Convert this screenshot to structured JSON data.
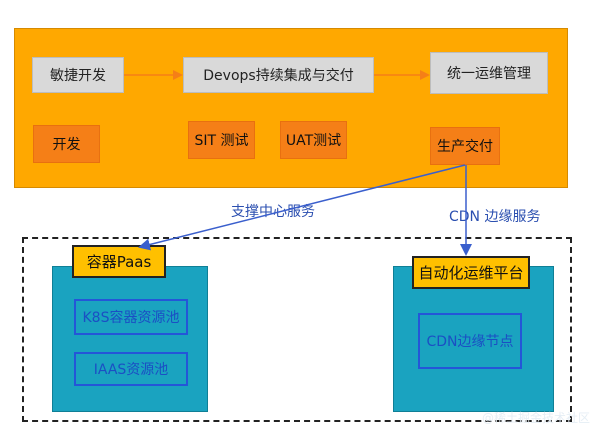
{
  "top": {
    "agile_dev": "敏捷开发",
    "devops": "Devops持续集成与交付",
    "unified_ops": "统一运维管理",
    "dev": "开发",
    "sit": "SIT 测试",
    "uat": "UAT测试",
    "production": "生产交付"
  },
  "edges": {
    "support_center": "支撑中心服务",
    "cdn_edge": "CDN 边缘服务"
  },
  "bottom": {
    "container_paas": "容器Paas",
    "k8s_pool": "K8S容器资源池",
    "iaas_pool": "IAAS资源池",
    "automation_platform": "自动化运维平台",
    "cdn_nodes": "CDN边缘节点"
  },
  "watermark": "@稀土掘金技术社区",
  "colors": {
    "panel_orange": "#ffa800",
    "box_orange": "#f57f17",
    "box_grey": "#d9d9d9",
    "teal": "#1aa3c0",
    "header_yellow": "#ffc000",
    "arrow_blue": "#3a5fcd",
    "arrow_orange": "#f57f17"
  }
}
